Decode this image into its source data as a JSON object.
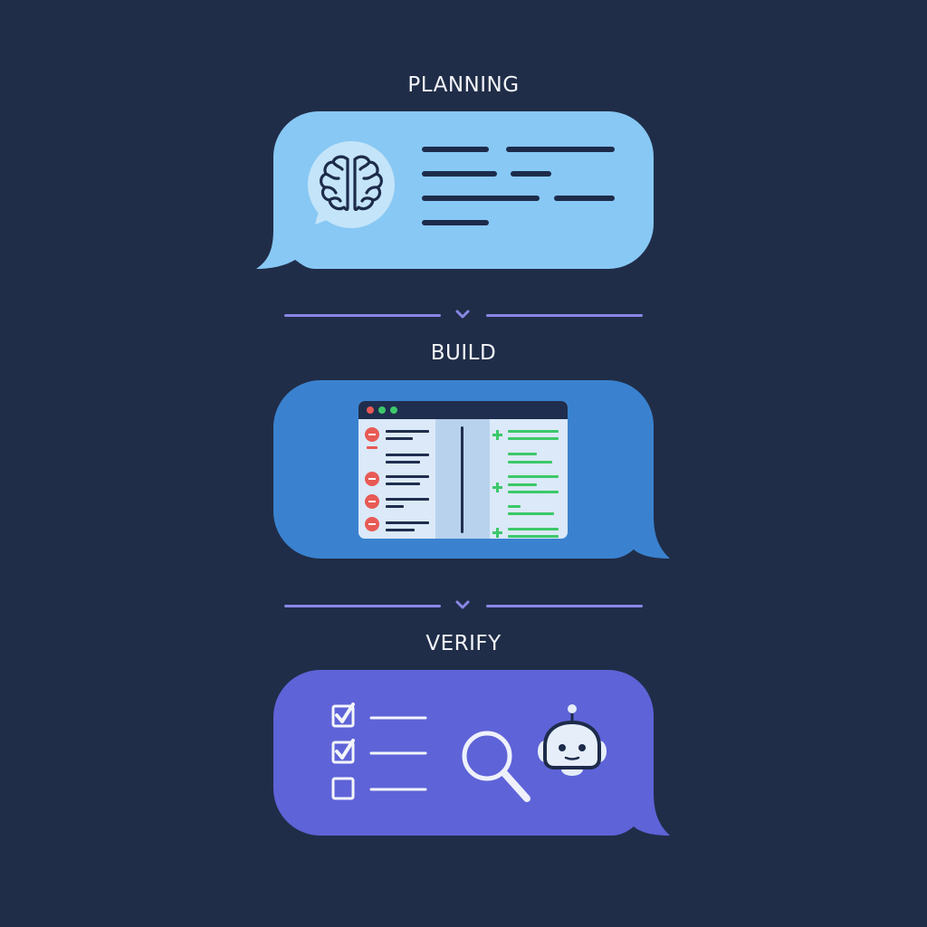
{
  "stages": [
    {
      "title": "PLANNING",
      "color": "#88c8f4",
      "icon": "brain-icon"
    },
    {
      "title": "BUILD",
      "color": "#3a82cf",
      "icon": "diff-window-icon"
    },
    {
      "title": "VERIFY",
      "color": "#5e63d8",
      "icon": "checklist-search-robot-icon"
    }
  ],
  "colors": {
    "background": "#202d48",
    "divider": "#8a87e6",
    "removed": "#e85a55",
    "added": "#3cc86a"
  },
  "verify": {
    "checklist": [
      {
        "checked": true
      },
      {
        "checked": true
      },
      {
        "checked": false
      }
    ]
  }
}
